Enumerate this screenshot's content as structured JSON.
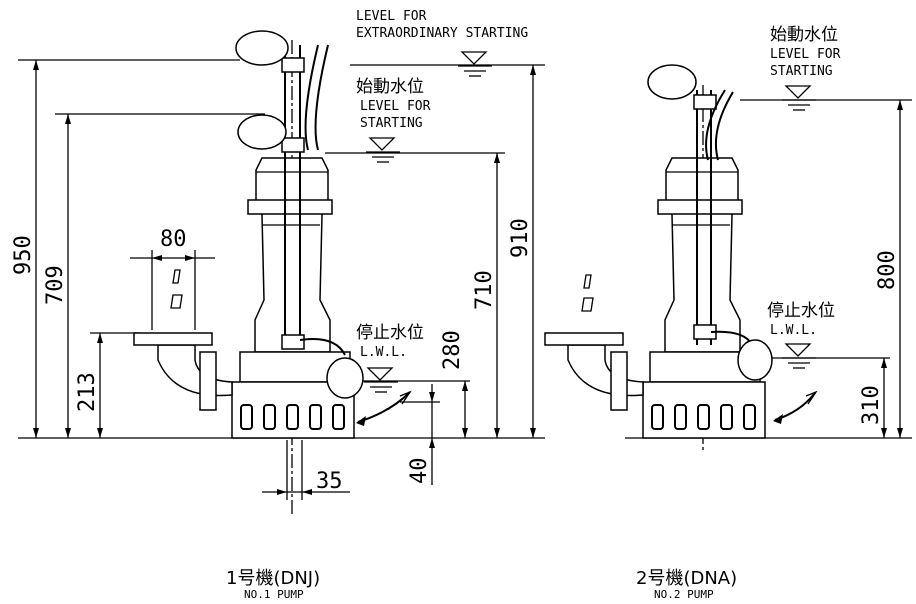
{
  "pump1": {
    "level_extra_line1": "LEVEL FOR",
    "level_extra_line2": "EXTRAORDINARY STARTING",
    "start_jp": "始動水位",
    "start_en1": "LEVEL FOR",
    "start_en2": "STARTING",
    "stop_jp": "停止水位",
    "stop_en": "L.W.L.",
    "dims": {
      "d950": "950",
      "d709": "709",
      "d213": "213",
      "d80": "80",
      "d910": "910",
      "d710": "710",
      "d280": "280",
      "d35": "35",
      "d40": "40"
    },
    "caption_jp": "1号機(DNJ)",
    "caption_en": "NO.1 PUMP"
  },
  "pump2": {
    "start_jp": "始動水位",
    "start_en1": "LEVEL FOR",
    "start_en2": "STARTING",
    "stop_jp": "停止水位",
    "stop_en": "L.W.L.",
    "dims": {
      "d800": "800",
      "d310": "310"
    },
    "caption_jp": "2号機(DNA)",
    "caption_en": "NO.2 PUMP"
  }
}
